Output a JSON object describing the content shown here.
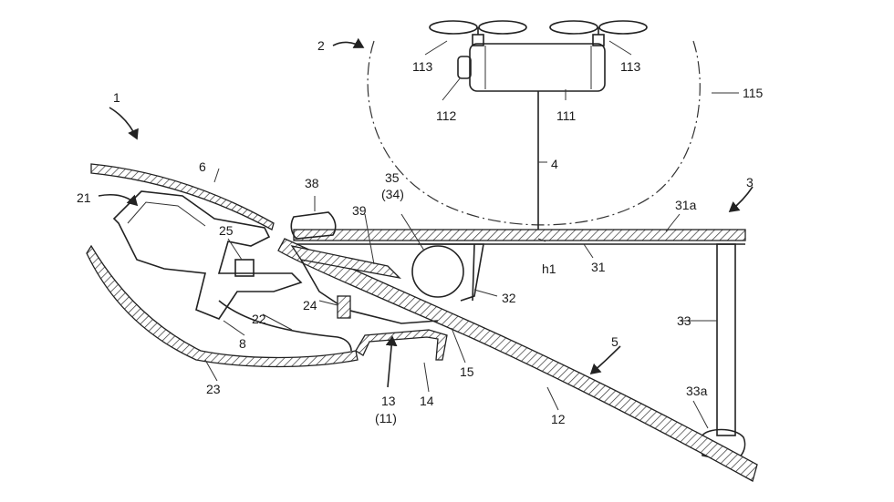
{
  "labels": {
    "l1": "1",
    "l2": "2",
    "l3": "3",
    "l4": "4",
    "l5": "5",
    "l6": "6",
    "l8": "8",
    "l12": "12",
    "l13": "13",
    "l11p": "(11)",
    "l14": "14",
    "l15": "15",
    "l21": "21",
    "l22": "22",
    "l23": "23",
    "l24": "24",
    "l25": "25",
    "l31": "31",
    "l31a": "31a",
    "l32": "32",
    "l33": "33",
    "l33a": "33a",
    "l35": "35",
    "l34p": "(34)",
    "l38": "38",
    "l39": "39",
    "lh1": "h1",
    "l111": "111",
    "l112": "112",
    "l113a": "113",
    "l113b": "113",
    "l115": "115"
  }
}
